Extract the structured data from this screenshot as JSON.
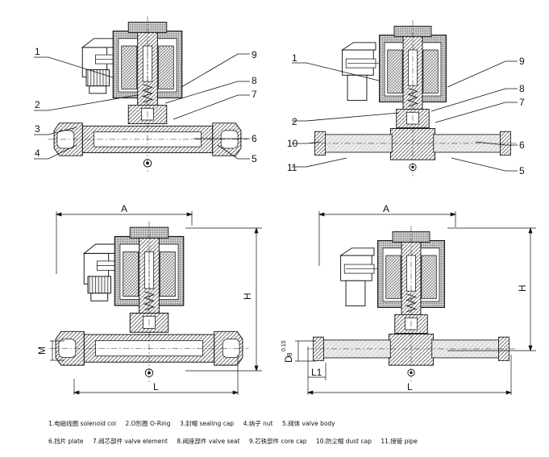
{
  "callouts": {
    "c1": "1",
    "c2": "2",
    "c3": "3",
    "c4": "4",
    "c5": "5",
    "c6": "6",
    "c7": "7",
    "c8": "8",
    "c9": "9",
    "c10": "10",
    "c11": "11"
  },
  "dimensions": {
    "A": "A",
    "H": "H",
    "L": "L",
    "M": "M",
    "D": "D",
    "D_suffix": "8",
    "D_tol": "0.15",
    "L1": "L1"
  },
  "legend": {
    "row1": [
      "1.电磁线圈 solenoid coi",
      "2.O形圈 O-Ring",
      "3.封帽 sealing cap",
      "4.纳子 nut",
      "5.阀体 valve body"
    ],
    "row2": [
      "6.挡片 plate",
      "7.阀芯部件 valve element",
      "8.阀座部件 valve seat",
      "9.芯铁部件 core cap",
      "10.防尘帽 dust cap",
      "11.接管 pipe"
    ]
  }
}
